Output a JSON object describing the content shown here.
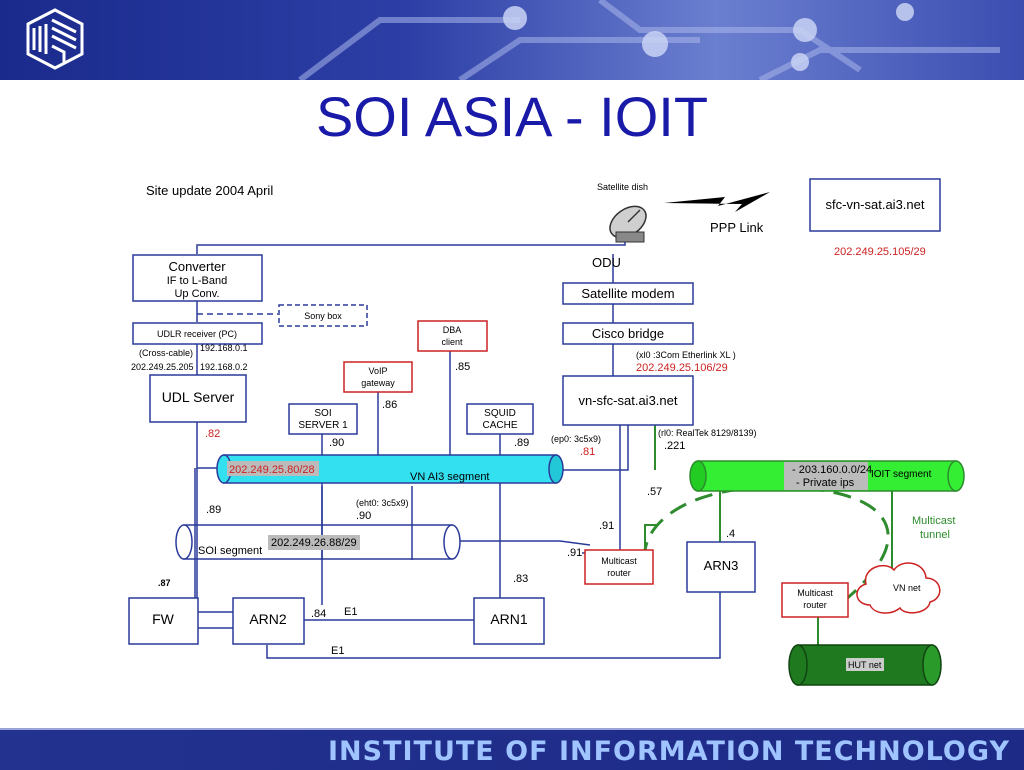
{
  "slide_title": "SOI ASIA - IOIT",
  "footer": "INSTITUTE OF INFORMATION TECHNOLOGY",
  "colors": {
    "title": "#1a1aa8",
    "red": "#cc2222",
    "green": "#2e8b2e",
    "cyan": "#33e0f0",
    "lime": "#33ee33",
    "dark_green": "#1f7a1f",
    "navy": "#1a2a8c"
  },
  "diagram": {
    "site_update": "Site update 2004 April",
    "satellite_dish": "Satellite dish",
    "ppp_link": "PPP Link",
    "sfc_vn_sat": "sfc-vn-sat.ai3.net",
    "sfc_ip": "202.249.25.105/29",
    "converter": "Converter",
    "converter_line2": "IF to L-Band",
    "converter_line3": "Up Conv.",
    "sony_box": "Sony box",
    "udlr_receiver": "UDLR receiver (PC)",
    "cross_cable": "(Cross-cable)",
    "ip_192_1": "192.168.0.1",
    "ip_202_205": "202.249.25.205",
    "ip_192_2": "192.168.0.2",
    "udl_server": "UDL Server",
    "udl_82": ".82",
    "dba_client": "DBA",
    "dba_client_line2": "client",
    "dba_85": ".85",
    "voip": "VoIP",
    "voip_line2": "gateway",
    "voip_86": ".86",
    "soi_server": "SOI",
    "soi_server_line2": "SERVER 1",
    "soi_90": ".90",
    "squid": "SQUID",
    "squid_line2": "CACHE",
    "squid_89": ".89",
    "odu": "ODU",
    "satellite_modem": "Satellite modem",
    "cisco_bridge": "Cisco bridge",
    "xl0_note": "(xl0 :3Com Etherlink XL )",
    "xl0_ip": "202.249.25.106/29",
    "vn_sfc_sat": "vn-sfc-sat.ai3.net",
    "ep0_note": "(ep0: 3c5x9)",
    "ep0_81": ".81",
    "rl0_note": "(rl0: RealTek 8129/8139)",
    "rl0_221": ".221",
    "vn_segment_ip": "202.249.25.80/28",
    "vn_segment_label": "VN AI3 segment",
    "ioit_private": "- 203.160.0.0/24",
    "ioit_private_line2": "- Private ips",
    "ioit_segment": "IOIT segment",
    "left_89": ".89",
    "eht0_note": "(eht0: 3c5x9)",
    "eht0_90": ".90",
    "soi_segment_ip": "202.249.26.88/29",
    "soi_segment_label": "SOI segment",
    "dot_57": ".57",
    "dot_91a": ".91",
    "dot_91b": ".91",
    "dot_4": ".4",
    "multicast_tunnel": "Multicast",
    "multicast_tunnel_line2": "tunnel",
    "multicast_router": "Multicast",
    "multicast_router_line2": "router",
    "arn3": "ARN3",
    "vn_net": "VN net",
    "multicast_router2": "Multicast",
    "multicast_router2_line2": "router",
    "hut_net": "HUT net",
    "dot_87": ".87",
    "dot_83": ".83",
    "fw": "FW",
    "arn2": "ARN2",
    "dot_84": ".84",
    "e1_top": "E1",
    "arn1": "ARN1",
    "e1_bottom": "E1"
  }
}
